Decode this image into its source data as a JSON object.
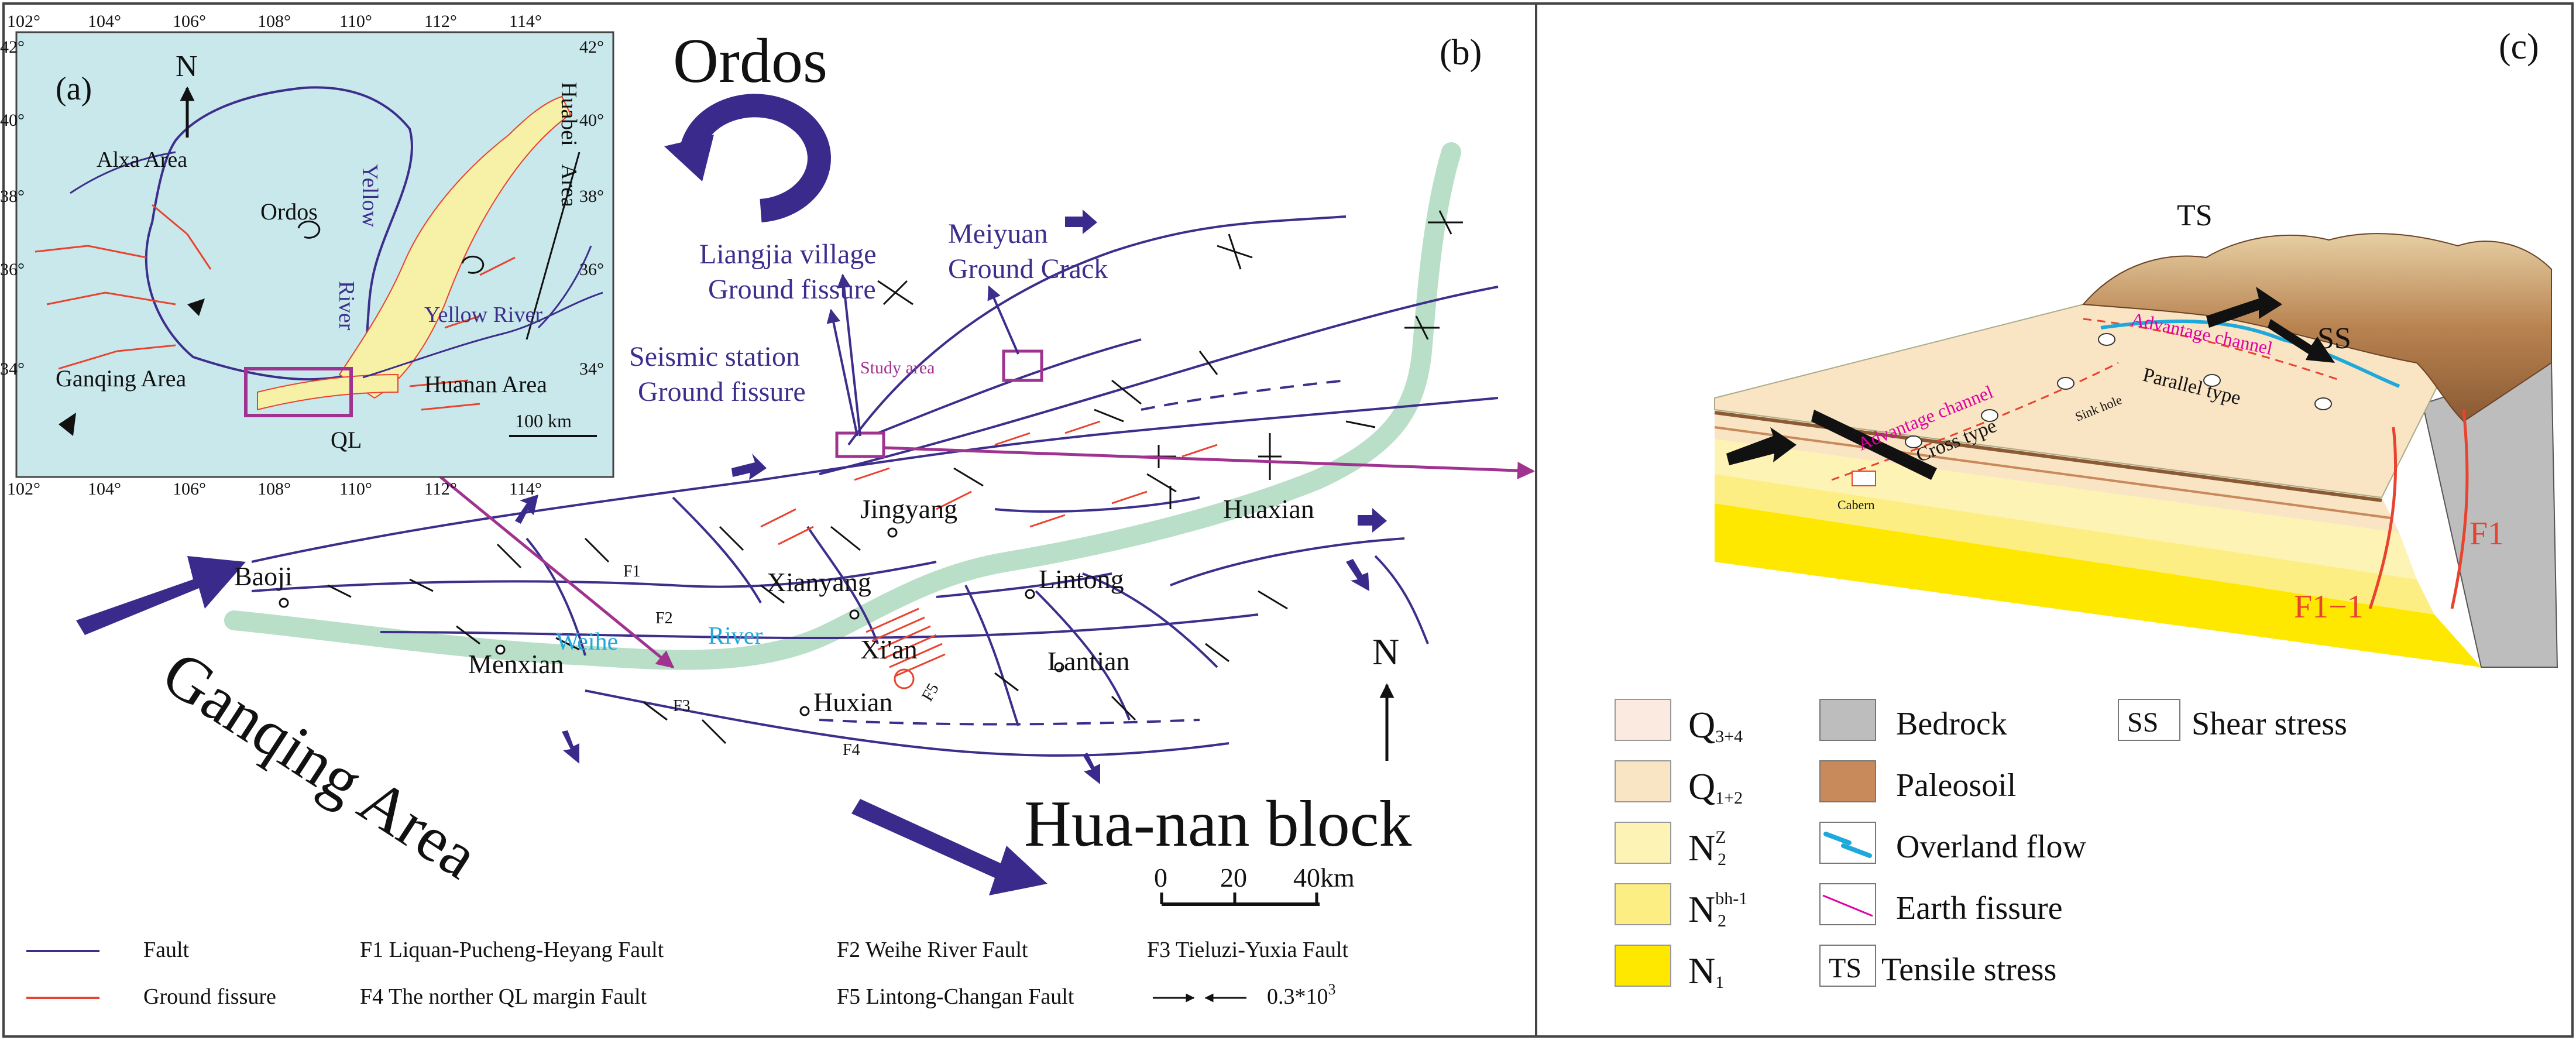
{
  "panel_a": {
    "label": "(a)",
    "north": "N",
    "lon_ticks": [
      "102°",
      "104°",
      "106°",
      "108°",
      "110°",
      "112°",
      "114°"
    ],
    "lat_ticks_left": [
      "42°",
      "40°",
      "38°",
      "36°",
      "34°"
    ],
    "lat_ticks_right": [
      "42°",
      "40°",
      "38°",
      "36°",
      "34°"
    ],
    "places": {
      "alxa": "Alxa Area",
      "ordos": "Ordos",
      "yellow": "Yellow",
      "river": "River",
      "huabei": "Huabei",
      "area": "Area",
      "yellow_river": "Yellow  River",
      "ganqing": "Ganqing  Area",
      "huanan": "Huanan Area",
      "ql": "QL"
    },
    "scale": "100 km"
  },
  "panel_b": {
    "label": "(b)",
    "title": "Ordos",
    "north": "N",
    "liangjia_1": "Liangjia village",
    "liangjia_2": "Ground fissure",
    "meiyuan_1": "Meiyuan",
    "meiyuan_2": "Ground Crack",
    "seismic_1": "Seismic station",
    "seismic_2": "Ground fissure",
    "study_area": "Study area",
    "cities": {
      "jingyang": "Jingyang",
      "huaxian": "Huaxian",
      "baoji": "Baoji",
      "xianyang": "Xianyang",
      "lintong": "Lintong",
      "xian": "Xi'an",
      "lantian": "Lantian",
      "huxian": "Huxian",
      "menxian": "Menxian"
    },
    "faults": {
      "f1": "F1",
      "f2": "F2",
      "f3": "F3",
      "f4": "F4",
      "f5": "F5"
    },
    "weihe": "Weihe",
    "river": "River",
    "ganqing": "Ganqing  Area",
    "huanan": "Hua-nan block",
    "scale": [
      "0",
      "20",
      "40km"
    ],
    "legend": {
      "fault": "Fault",
      "ground_fissure": "Ground fissure",
      "f1": "F1   Liquan-Pucheng-Heyang Fault",
      "f2": "F2   Weihe River Fault",
      "f3": "F3  Tieluzi-Yuxia Fault",
      "f4": "F4  The norther  QL margin Fault",
      "f5": "F5   Lintong-Changan Fault",
      "stress": "0.3*10",
      "stress_exp": "3"
    }
  },
  "panel_c": {
    "label": "(c)",
    "ts": "TS",
    "ss": "SS",
    "advantage_1": "Advantage channel",
    "advantage_2": "Advantage channel",
    "sink_hole": "Sink hole",
    "parallel": "Parallel type",
    "cross": "Cross type",
    "cabern": "Cabern",
    "f1": "F1",
    "f1_1": "F1−1",
    "legend": {
      "q34": "Q",
      "q34_sub": "3+4",
      "q12": "Q",
      "q12_sub": "1+2",
      "n2z": "N",
      "n2z_sub": "2",
      "n2z_sup": "Z",
      "n2bh": "N",
      "n2bh_sub": "2",
      "n2bh_sup": "bh-1",
      "n1": "N",
      "n1_sub": "1",
      "bedrock": "Bedrock",
      "paleosoil": "Paleosoil",
      "overland": "Overland flow",
      "earth_fissure": "Earth fissure",
      "tensile": "Tensile stress",
      "ts_box": "TS",
      "shear": "Shear stress",
      "ss_box": "SS"
    }
  },
  "colors": {
    "fault": "#3d2e8c",
    "fissure": "#e8432f",
    "arrow": "#3a2a8c",
    "river": "#b9dfc8",
    "magenta": "#a0338f",
    "inset_bg": "#c9e8ec",
    "q34": "#fbeae0",
    "q12": "#f9e4c3",
    "n2z": "#fdf3b5",
    "n2bh": "#fcee82",
    "n1": "#ffe800",
    "bedrock": "#bdbdbd",
    "paleosoil": "#c8895b",
    "overland": "#1fa8dc"
  }
}
